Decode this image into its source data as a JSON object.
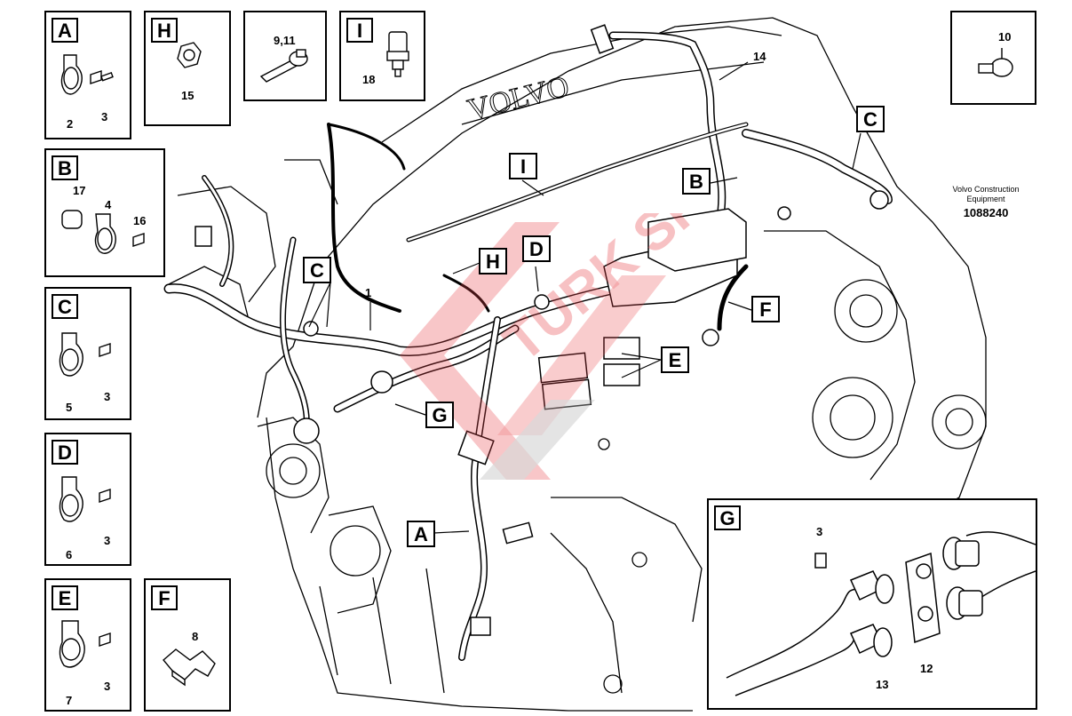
{
  "detail_panels": {
    "A": {
      "letter": "A",
      "parts": [
        "2",
        "3"
      ]
    },
    "B": {
      "letter": "B",
      "parts": [
        "17",
        "4",
        "16"
      ]
    },
    "C": {
      "letter": "C",
      "parts": [
        "5",
        "3"
      ]
    },
    "D": {
      "letter": "D",
      "parts": [
        "6",
        "3"
      ]
    },
    "E": {
      "letter": "E",
      "parts": [
        "7",
        "3"
      ]
    },
    "F": {
      "letter": "F",
      "parts": [
        "8"
      ]
    },
    "H": {
      "letter": "H",
      "parts": [
        "15"
      ]
    },
    "tie": {
      "parts": [
        "9,11"
      ]
    },
    "I": {
      "letter": "I",
      "parts": [
        "18"
      ]
    },
    "ten": {
      "parts": [
        "10"
      ]
    },
    "G": {
      "letter": "G",
      "parts": [
        "3",
        "13",
        "12"
      ]
    }
  },
  "main_callouts": {
    "C1": "C",
    "C2": "C",
    "B": "B",
    "I": "I",
    "H": "H",
    "D": "D",
    "F": "F",
    "E": "E",
    "G": "G",
    "A": "A"
  },
  "main_labels": {
    "harness_1": "1",
    "harness_14": "14"
  },
  "publisher": {
    "company": "Volvo Construction Equipment",
    "doc_number": "1088240"
  },
  "watermark": {
    "text": "TURK SPARE"
  },
  "colors": {
    "line": "#000000",
    "watermark": "#e8434a",
    "watermark_gray": "#b9b9b9"
  }
}
